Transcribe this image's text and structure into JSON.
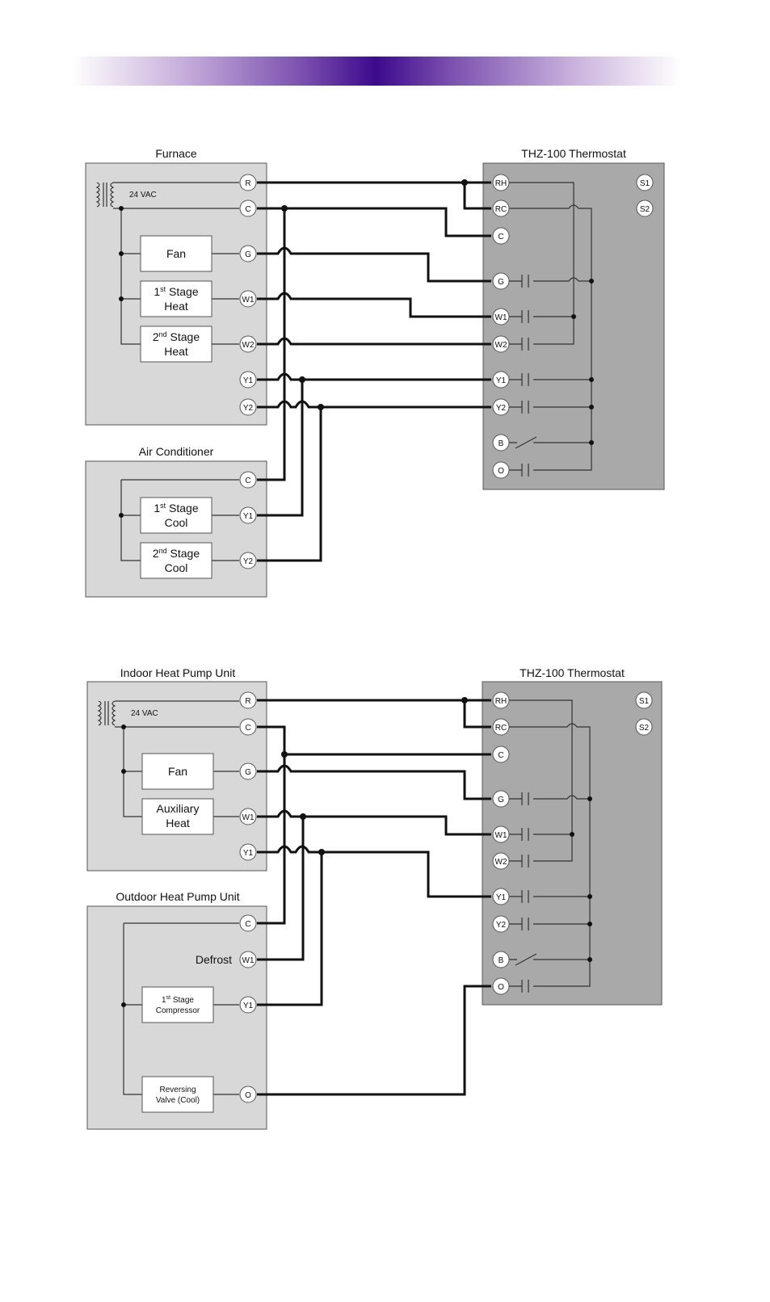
{
  "diagram1": {
    "furnace_title": "Furnace",
    "thermostat_title": "THZ-100 Thermostat",
    "ac_title": "Air Conditioner",
    "transformer_label": "24 VAC",
    "furnace_terminals": [
      "R",
      "C",
      "G",
      "W1",
      "W2",
      "Y1",
      "Y2"
    ],
    "furnace_components": {
      "fan": "Fan",
      "heat1": [
        "1",
        "st",
        " Stage",
        "Heat"
      ],
      "heat2": [
        "2",
        "nd",
        " Stage",
        "Heat"
      ]
    },
    "ac_terminals": [
      "C",
      "Y1",
      "Y2"
    ],
    "ac_components": {
      "cool1": [
        "1",
        "st",
        " Stage",
        "Cool"
      ],
      "cool2": [
        "2",
        "nd",
        " Stage",
        "Cool"
      ]
    },
    "thermostat_terminals": [
      "RH",
      "RC",
      "C",
      "G",
      "W1",
      "W2",
      "Y1",
      "Y2",
      "B",
      "O"
    ],
    "thermostat_side_terminals": [
      "S1",
      "S2"
    ]
  },
  "diagram2": {
    "indoor_title": "Indoor Heat Pump Unit",
    "thermostat_title": "THZ-100 Thermostat",
    "outdoor_title": "Outdoor Heat Pump Unit",
    "transformer_label": "24 VAC",
    "indoor_terminals": [
      "R",
      "C",
      "G",
      "W1",
      "Y1"
    ],
    "indoor_components": {
      "fan": "Fan",
      "aux": [
        "Auxiliary",
        "Heat"
      ]
    },
    "outdoor_terminals": [
      "C",
      "W1",
      "Y1",
      "O"
    ],
    "outdoor_components": {
      "defrost": "Defrost",
      "compressor": [
        "1",
        "st",
        " Stage",
        "Compressor"
      ],
      "valve": [
        "Reversing",
        "Valve (Cool)"
      ]
    },
    "thermostat_terminals": [
      "RH",
      "RC",
      "C",
      "G",
      "W1",
      "W2",
      "Y1",
      "Y2",
      "B",
      "O"
    ],
    "thermostat_side_terminals": [
      "S1",
      "S2"
    ]
  }
}
